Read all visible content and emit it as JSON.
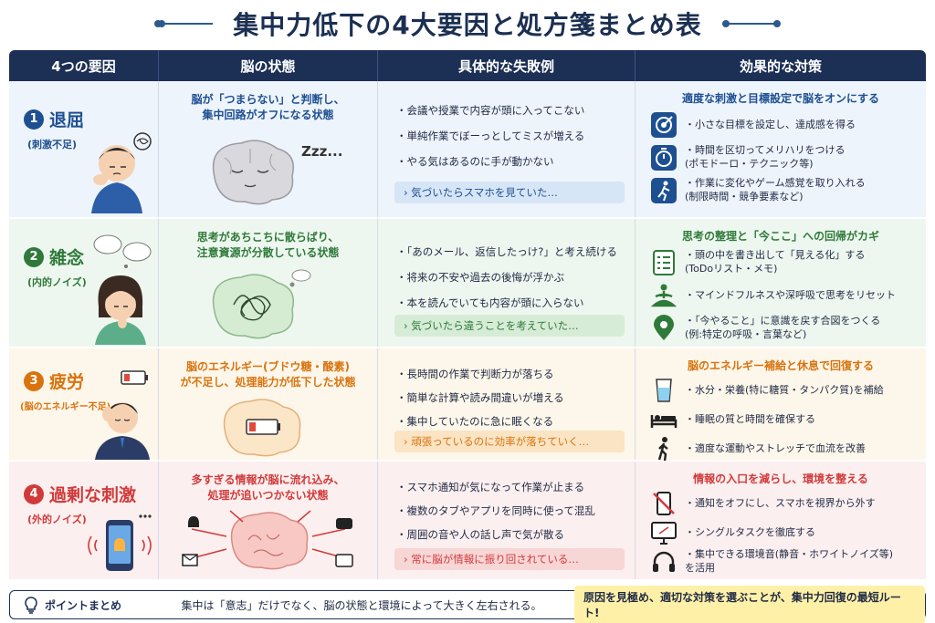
{
  "page": {
    "title": "集中力低下の4大要因と処方箋まとめ表"
  },
  "columns": [
    "4つの要因",
    "脳の状態",
    "具体的な失敗例",
    "効果的な対策"
  ],
  "rows": [
    {
      "num": "1",
      "name": "退屈",
      "sub": "(刺激不足)",
      "brain_line1": "脳が「つまらない」と判断し、",
      "brain_line2": "集中回路がオフになる状態",
      "brain_extra": "Zzz...",
      "fails": [
        "・会議や授業で内容が頭に入ってこない",
        "・単純作業でぼーっとしてミスが増える",
        "・やる気はあるのに手が動かない"
      ],
      "callout": "› 気づいたらスマホを見ていた…",
      "measure_head": "適度な刺激と目標設定で脳をオンにする",
      "measures": [
        {
          "icon": "target-icon",
          "text": "・小さな目標を設定し、達成感を得る",
          "sub": ""
        },
        {
          "icon": "timer-icon",
          "text": "・時間を区切ってメリハリをつける",
          "sub": "(ポモドーロ・テクニック等)"
        },
        {
          "icon": "running-icon",
          "text": "・作業に変化やゲーム感覚を取り入れる",
          "sub": "(制限時間・競争要素など)"
        }
      ]
    },
    {
      "num": "2",
      "name": "雑念",
      "sub": "(内的ノイズ)",
      "brain_line1": "思考があちこちに散らばり、",
      "brain_line2": "注意資源が分散している状態",
      "fails": [
        "・「あのメール、返信したっけ?」と考え続ける",
        "・将来の不安や過去の後悔が浮かぶ",
        "・本を読んでいても内容が頭に入らない"
      ],
      "callout": "› 気づいたら違うことを考えていた…",
      "measure_head": "思考の整理と「今ここ」への回帰がカギ",
      "measures": [
        {
          "icon": "checklist-icon",
          "text": "・頭の中を書き出して「見える化」する",
          "sub": "(ToDoリスト・メモ)"
        },
        {
          "icon": "meditation-icon",
          "text": "・マインドフルネスや深呼吸で思考をリセット",
          "sub": ""
        },
        {
          "icon": "location-pin-icon",
          "text": "・「今やること」に意識を戻す合図をつくる",
          "sub": "(例:特定の呼吸・言葉など)"
        }
      ]
    },
    {
      "num": "3",
      "name": "疲労",
      "sub": "(脳のエネルギー不足)",
      "brain_line1": "脳のエネルギー(ブドウ糖・酸素)",
      "brain_line2": "が不足し、処理能力が低下した状態",
      "fails": [
        "・長時間の作業で判断力が落ちる",
        "・簡単な計算や読み間違いが増える",
        "・集中していたのに急に眠くなる"
      ],
      "callout": "› 頑張っているのに効率が落ちていく…",
      "measure_head": "脳のエネルギー補給と休息で回復する",
      "measures": [
        {
          "icon": "water-glass-icon",
          "text": "・水分・栄養(特に糖質・タンパク質)を補給",
          "sub": ""
        },
        {
          "icon": "bed-icon",
          "text": "・睡眠の質と時間を確保する",
          "sub": ""
        },
        {
          "icon": "walking-icon",
          "text": "・適度な運動やストレッチで血流を改善",
          "sub": ""
        }
      ]
    },
    {
      "num": "4",
      "name": "過剰な刺激",
      "sub": "(外的ノイズ)",
      "brain_line1": "多すぎる情報が脳に流れ込み、",
      "brain_line2": "処理が追いつかない状態",
      "fails": [
        "・スマホ通知が気になって作業が止まる",
        "・複数のタブやアプリを同時に使って混乱",
        "・周囲の音や人の話し声で気が散る"
      ],
      "callout": "› 常に脳が情報に振り回されている…",
      "measure_head": "情報の入口を減らし、環境を整える",
      "measures": [
        {
          "icon": "phone-off-icon",
          "text": "・通知をオフにし、スマホを視界から外す",
          "sub": ""
        },
        {
          "icon": "monitor-icon",
          "text": "・シングルタスクを徹底する",
          "sub": ""
        },
        {
          "icon": "headphones-icon",
          "text": "・集中できる環境音(静音・ホワイトノイズ等)",
          "sub": "を活用"
        }
      ]
    }
  ],
  "footer": {
    "label": "ポイントまとめ",
    "text": "集中は「意志」だけでなく、脳の状態と環境によって大きく左右される。",
    "highlight": "原因を見極め、適切な対策を選ぶことが、集中力回復の最短ルート!"
  },
  "colors": {
    "header": "#1c2f55",
    "row1": "#1d4f91",
    "row2": "#2f7a3a",
    "row3": "#d9730d",
    "row4": "#d23a3a"
  }
}
